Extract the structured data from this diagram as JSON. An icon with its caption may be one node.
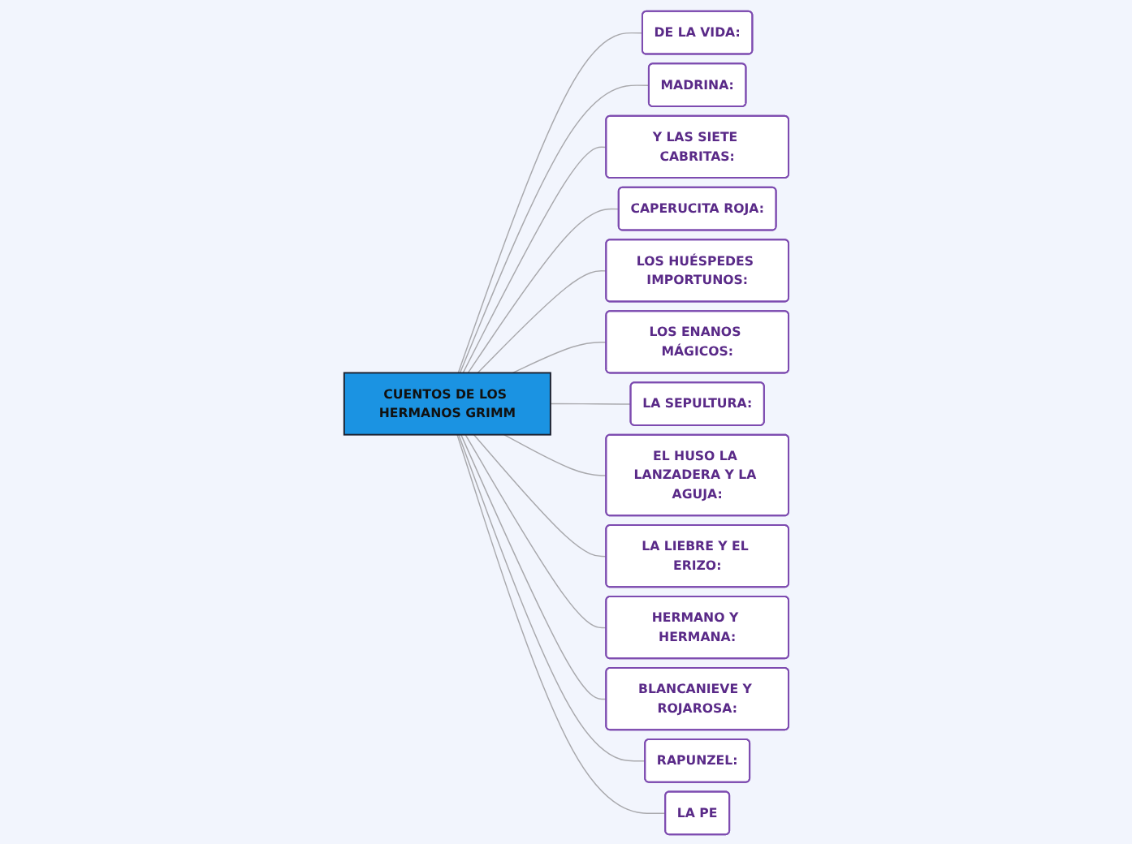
{
  "diagram": {
    "nodes": [
      {
        "text": [
          "CUENTOS DE LOS HERMANOS GRIMM"
        ]
      },
      {
        "text": [
          "DE LA VIDA:"
        ]
      },
      {
        "text": [
          "MADRINA:"
        ]
      },
      {
        "text": [
          "Y LAS SIETE CABRITAS:"
        ]
      },
      {
        "text": [
          "CAPERUCITA ROJA:"
        ]
      },
      {
        "text": [
          "LOS HUÉSPEDES IMPORTUNOS:"
        ]
      },
      {
        "text": [
          "LOS ENANOS MÁGICOS:"
        ]
      },
      {
        "text": [
          "LA SEPULTURA:"
        ]
      },
      {
        "text": [
          "EL HUSO LA LANZADERA Y LA AGUJA:"
        ]
      },
      {
        "text": [
          "LA LIEBRE Y EL ERIZO:"
        ]
      },
      {
        "text": [
          "HERMANO Y HERMANA:"
        ]
      },
      {
        "text": [
          "BLANCANIEVE Y ROJAROSA:"
        ]
      },
      {
        "text": [
          "RAPUNZEL:"
        ]
      },
      {
        "text": [
          "LA PE"
        ]
      }
    ],
    "edges": [
      {
        "from": 0,
        "to": 1,
        "arrow": "none"
      },
      {
        "from": 0,
        "to": 2,
        "arrow": "none"
      },
      {
        "from": 0,
        "to": 3,
        "arrow": "none"
      },
      {
        "from": 0,
        "to": 4,
        "arrow": "none"
      },
      {
        "from": 0,
        "to": 5,
        "arrow": "none"
      },
      {
        "from": 0,
        "to": 6,
        "arrow": "none"
      },
      {
        "from": 0,
        "to": 7,
        "arrow": "none"
      },
      {
        "from": 0,
        "to": 8,
        "arrow": "none"
      },
      {
        "from": 0,
        "to": 9,
        "arrow": "none"
      },
      {
        "from": 0,
        "to": 10,
        "arrow": "none"
      },
      {
        "from": 0,
        "to": 11,
        "arrow": "none"
      },
      {
        "from": 0,
        "to": 12,
        "arrow": "none"
      },
      {
        "from": 0,
        "to": 13,
        "arrow": "none"
      }
    ]
  }
}
